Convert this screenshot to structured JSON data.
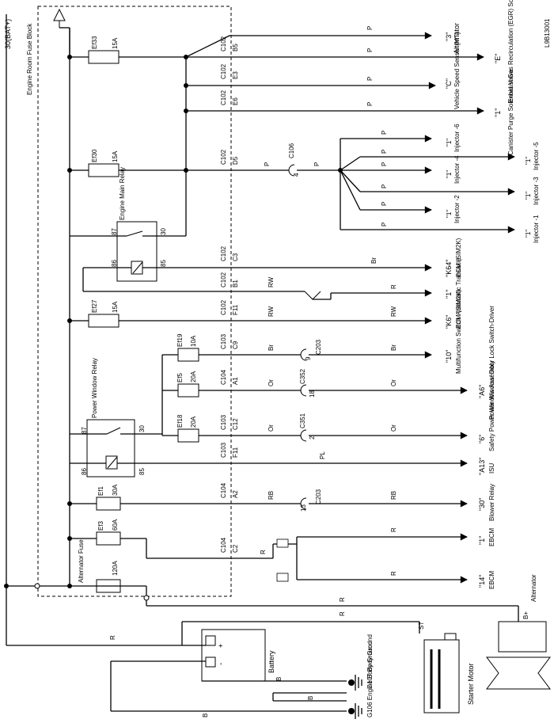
{
  "title": {
    "bat": "30(BAT+)",
    "block": "Engine Room Fuse Block",
    "code": "L9B13001"
  },
  "fuses": [
    {
      "name": "Ef33",
      "amps": "15A"
    },
    {
      "name": "Ef30",
      "amps": "15A"
    },
    {
      "name": "Ef27",
      "amps": "15A"
    },
    {
      "name": "Ef19",
      "amps": "10A"
    },
    {
      "name": "Ef5",
      "amps": "20A"
    },
    {
      "name": "Ef18",
      "amps": "20A"
    },
    {
      "name": "Ef1",
      "amps": "30A"
    },
    {
      "name": "Ef3",
      "amps": "60A"
    },
    {
      "name": "Alternator Fuse",
      "amps": "120A"
    }
  ],
  "relays": {
    "main": {
      "name": "Engine Main Relay",
      "p87": "87",
      "p30": "30",
      "p86": "86",
      "p85": "85"
    },
    "window": {
      "name": "Power Window Relay",
      "p87": "87",
      "p30": "30",
      "p86": "86",
      "p85": "85"
    }
  },
  "wires": {
    "P": "P",
    "Br": "Br",
    "RW": "RW",
    "R": "R",
    "Or": "Or",
    "PL": "PL",
    "RB": "RB",
    "B": "B",
    "Bplus": "B+",
    "ST": "ST"
  },
  "connectors": [
    {
      "conn": "C102",
      "pin": "B5"
    },
    {
      "conn": "C102",
      "pin": "E3"
    },
    {
      "conn": "C102",
      "pin": "E6"
    },
    {
      "conn": "C102",
      "pin": "D5"
    },
    {
      "conn": "C102",
      "pin": "C3"
    },
    {
      "conn": "C102",
      "pin": "B1"
    },
    {
      "conn": "C102",
      "pin": "F11"
    },
    {
      "conn": "C103",
      "pin": "C9"
    },
    {
      "conn": "C104",
      "pin": "A1"
    },
    {
      "conn": "C103",
      "pin": "C12"
    },
    {
      "conn": "C103",
      "pin": "F11"
    },
    {
      "conn": "C104",
      "pin": "A2"
    },
    {
      "conn": "C104",
      "pin": "C2"
    }
  ],
  "inline": {
    "c106": "C106",
    "c106pin": "4",
    "c203a": "C203",
    "c203apin": "9",
    "c352": "C352",
    "c352pin": "18",
    "c351": "C351",
    "c351pin": "2",
    "c203b": "C203",
    "c203bpin": "13"
  },
  "loads": [
    {
      "pin": "\"3\"",
      "name": "Alternator"
    },
    {
      "pin": "\"E\"",
      "name": "Exhaust Gas Recirculation (EGR) Solenoid Valve"
    },
    {
      "pin": "\"C\"",
      "name": "Vehicle Speed Sensor [MT]"
    },
    {
      "pin": "\"1\"",
      "name": "Canister Purge Solenoid Valve"
    },
    {
      "pin": "\"K64\"",
      "name": "ECM (SIM2K)"
    },
    {
      "pin": "\"1\"",
      "name": "Automatic Transaxle"
    },
    {
      "pin": "\"K6\"",
      "name": "ECM (SIM2K)"
    },
    {
      "pin": "\"10\"",
      "name": "Multifunction Switch"
    },
    {
      "pin": "\"A6\"",
      "name": "Power Window/ Door Lock Switch-Driver"
    },
    {
      "pin": "\"6\"",
      "name": "Safety Power Window Assembly"
    },
    {
      "pin": "\"A13\"",
      "name": "ISU"
    },
    {
      "pin": "\"30\"",
      "name": "Blower Relay"
    },
    {
      "pin": "\"1\"",
      "name": "EBCM"
    },
    {
      "pin": "\"14\"",
      "name": "EBCM"
    }
  ],
  "injectors": [
    {
      "pin": "\"1\"",
      "name": "Injector -6"
    },
    {
      "pin": "\"1\"",
      "name": "Injector -5"
    },
    {
      "pin": "\"1\"",
      "name": "Injector -4"
    },
    {
      "pin": "\"1\"",
      "name": "Injector -3"
    },
    {
      "pin": "\"1\"",
      "name": "Injector -2"
    },
    {
      "pin": "\"1\"",
      "name": "Injector -1"
    }
  ],
  "bottom": {
    "battery": "Battery",
    "plus": "+",
    "minus": "-",
    "alternator": "Alternator",
    "starter": "Starter Motor",
    "g107": "G107 Body Ground",
    "g106": "G106 Engine Body Ground"
  }
}
